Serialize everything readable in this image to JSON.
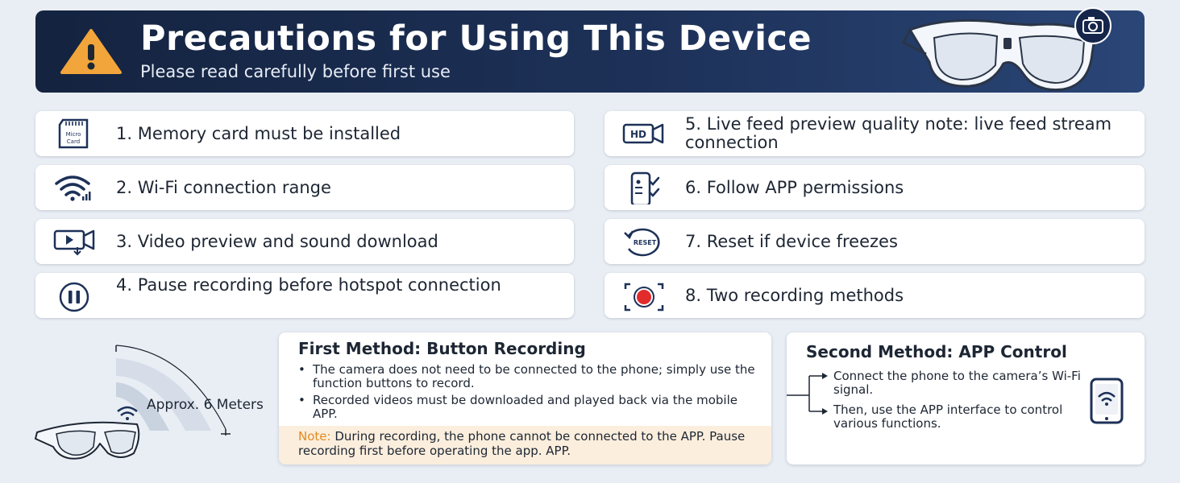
{
  "header": {
    "title": "Precautions for Using This Device",
    "subtitle": "Please read carefully before first use",
    "warning_icon": "warning-triangle-icon",
    "camera_icon": "camera-icon"
  },
  "items": [
    {
      "label": "1. Memory card must be installed",
      "icon": "memory-card-icon",
      "icon_text": [
        "Micro",
        "Card"
      ]
    },
    {
      "label": "2. Wi-Fi connection range",
      "icon": "wifi-icon"
    },
    {
      "label": "3. Video preview and sound download",
      "icon": "video-download-icon"
    },
    {
      "label": "4. Pause recording before hotspot connection",
      "icon": "pause-icon"
    },
    {
      "label": "5. Live feed preview quality note: live feed stream connection",
      "icon": "hd-video-icon",
      "icon_text": "HD"
    },
    {
      "label": "6. Follow APP permissions",
      "icon": "phone-permissions-icon"
    },
    {
      "label": "7. Reset if device freezes",
      "icon": "reset-icon",
      "icon_text": "RESET"
    },
    {
      "label": "8. Two recording methods",
      "icon": "record-icon"
    }
  ],
  "range": {
    "label": "Approx. 6 Meters"
  },
  "method_1": {
    "title": "First Method: Button Recording",
    "bullets": [
      "The camera does not need to be connected to the phone; simply use the function buttons to record.",
      "Recorded videos must be downloaded and played back via the mobile APP."
    ],
    "note_label": "Note:",
    "note_text": " During recording, the phone cannot be connected to the APP. Pause recording first before operating the app. APP."
  },
  "method_2": {
    "title": "Second Method: APP Control",
    "steps": [
      "Connect the phone to the camera’s Wi-Fi signal.",
      "Then, use the APP interface to control various functions."
    ]
  },
  "colors": {
    "header_bg": "#1d3158",
    "accent_orange": "#f2a53a",
    "note_bg": "#fbeedd",
    "record_red": "#e22b2b",
    "icon_navy": "#1d3158"
  }
}
